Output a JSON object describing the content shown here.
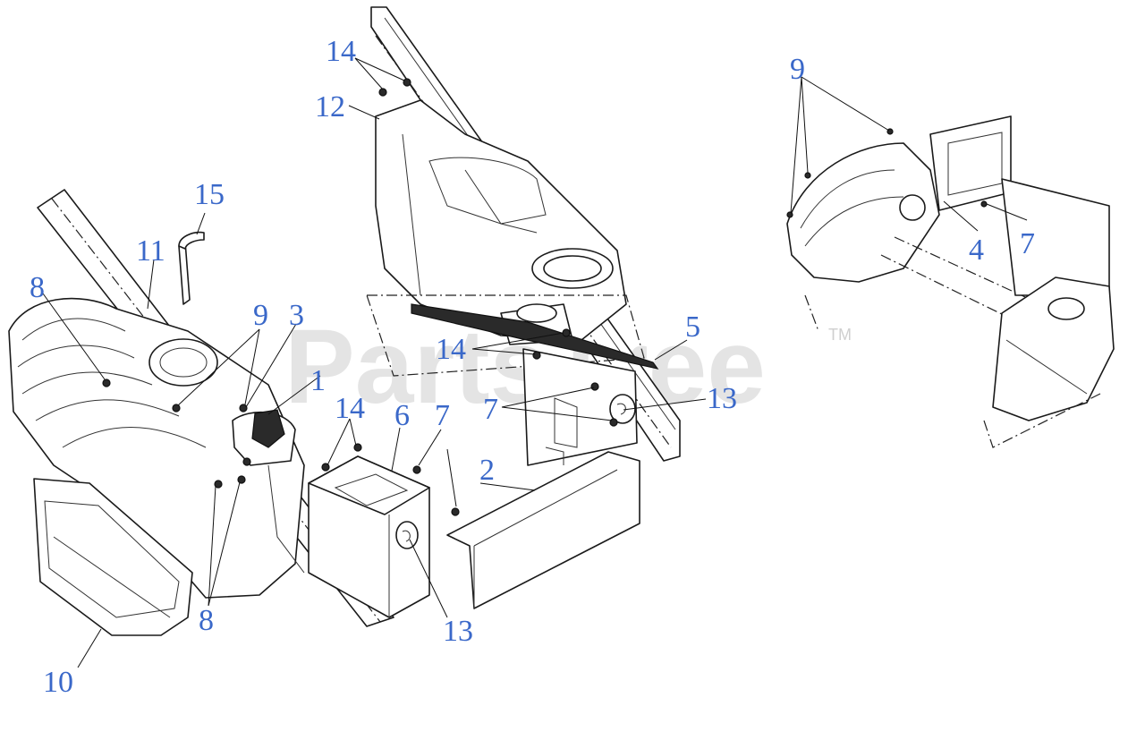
{
  "watermark": {
    "text": "PartsTree",
    "trademark": "TM"
  },
  "callouts": {
    "c1": "1",
    "c2": "2",
    "c3": "3",
    "c4": "4",
    "c5": "5",
    "c6": "6",
    "c7a": "7",
    "c7b": "7",
    "c7c": "7",
    "c8a": "8",
    "c8b": "8",
    "c9a": "9",
    "c9b": "9",
    "c10": "10",
    "c11": "11",
    "c12": "12",
    "c13a": "13",
    "c13b": "13",
    "c14a": "14",
    "c14b": "14",
    "c14c": "14",
    "c15": "15"
  },
  "colors": {
    "callout": "#3a68c9",
    "watermark": "#cfcfcf",
    "line": "#1a1a1a"
  }
}
